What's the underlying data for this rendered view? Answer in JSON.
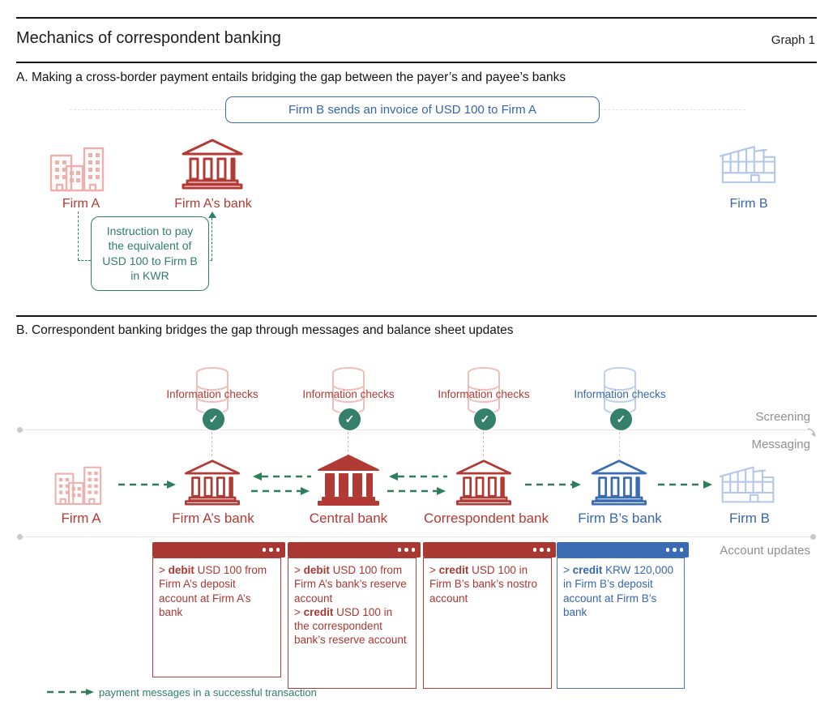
{
  "header": {
    "title": "Mechanics of correspondent banking",
    "graph_label": "Graph 1"
  },
  "icons": {
    "check": "✓"
  },
  "panel_a": {
    "heading": "A. Making a cross-border payment entails bridging the gap between the payer’s and payee’s banks",
    "invoice_bubble": "Firm B sends an invoice of USD 100 to Firm A",
    "instruction_box": "Instruction to pay the equivalent of USD 100 to Firm B in KWR",
    "firm_a": "Firm A",
    "firm_a_bank": "Firm A’s bank",
    "firm_b": "Firm B"
  },
  "panel_b": {
    "heading": "B. Correspondent banking bridges the gap through messages and balance sheet updates",
    "info_checks": [
      {
        "label": "Information checks",
        "theme": "red"
      },
      {
        "label": "Information checks",
        "theme": "red"
      },
      {
        "label": "Information checks",
        "theme": "red"
      },
      {
        "label": "Information checks",
        "theme": "blue"
      }
    ],
    "lanes": {
      "screening": "Screening",
      "messaging": "Messaging",
      "account_updates": "Account updates"
    },
    "entities": [
      "Firm A",
      "Firm A’s bank",
      "Central bank",
      "Correspondent bank",
      "Firm B’s bank",
      "Firm B"
    ],
    "cards": [
      {
        "theme": "red",
        "entries": [
          {
            "prefix": "> ",
            "bold": "debit",
            "rest": " USD 100 from Firm A’s deposit account at Firm A’s bank"
          }
        ]
      },
      {
        "theme": "red",
        "entries": [
          {
            "prefix": "> ",
            "bold": "debit",
            "rest": " USD 100 from Firm A’s bank’s reserve account"
          },
          {
            "prefix": "> ",
            "bold": "credit",
            "rest": " USD 100 in the correspondent bank’s reserve account"
          }
        ]
      },
      {
        "theme": "red",
        "entries": [
          {
            "prefix": "> ",
            "bold": "credit",
            "rest": " USD 100 in Firm B’s bank’s nostro account"
          }
        ]
      },
      {
        "theme": "blue",
        "entries": [
          {
            "prefix": "> ",
            "bold": "credit",
            "rest": " KRW 120,000 in Firm B’s deposit account at Firm B’s bank"
          }
        ]
      }
    ],
    "legend": "payment messages in a successful transaction"
  },
  "colors": {
    "red": "#b23a34",
    "pink": "#efb0ab",
    "blue": "#3a6cb4",
    "light_blue": "#b3c8e8",
    "green_arrow": "#2e7d5b",
    "green_text": "#2f7e6a",
    "check_green": "#35806a",
    "gray_label": "#8f8f8f"
  }
}
